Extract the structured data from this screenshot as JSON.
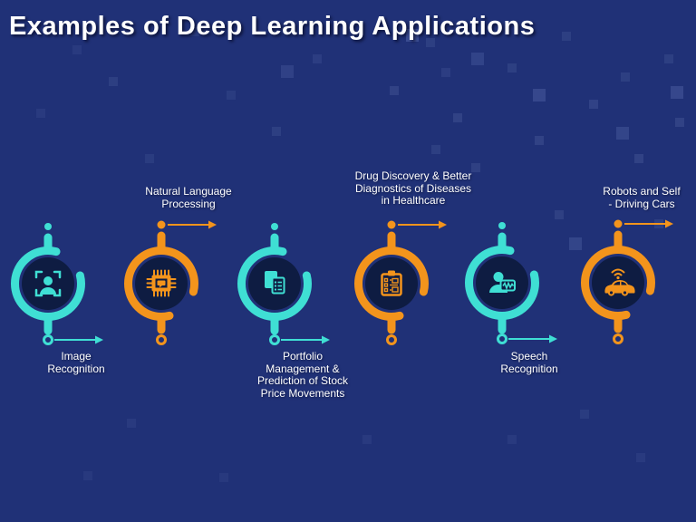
{
  "title": "Examples of Deep Learning Applications",
  "colors": {
    "background": "#203177",
    "cyan_accent": "#3fdfd4",
    "orange_accent": "#f3941c",
    "inner_disc": "#0e1c42",
    "text": "#ffffff"
  },
  "items": [
    {
      "label": "Image\nRecognition",
      "icon": "image-recognition-icon",
      "accent": "cyan",
      "label_position": "below"
    },
    {
      "label": "Natural Language\nProcessing",
      "icon": "microchip-language-icon",
      "accent": "orange",
      "label_position": "above"
    },
    {
      "label": "Portfolio\nManagement &\nPrediction of Stock\nPrice Movements",
      "icon": "documents-icon",
      "accent": "cyan",
      "label_position": "below"
    },
    {
      "label": "Drug Discovery & Better\nDiagnostics of Diseases\nin Healthcare",
      "icon": "medical-clipboard-icon",
      "accent": "orange",
      "label_position": "above"
    },
    {
      "label": "Speech\nRecognition",
      "icon": "speech-recognition-icon",
      "accent": "cyan",
      "label_position": "below"
    },
    {
      "label": "Robots and Self\n- Driving Cars",
      "icon": "self-driving-car-icon",
      "accent": "orange",
      "label_position": "above"
    }
  ]
}
